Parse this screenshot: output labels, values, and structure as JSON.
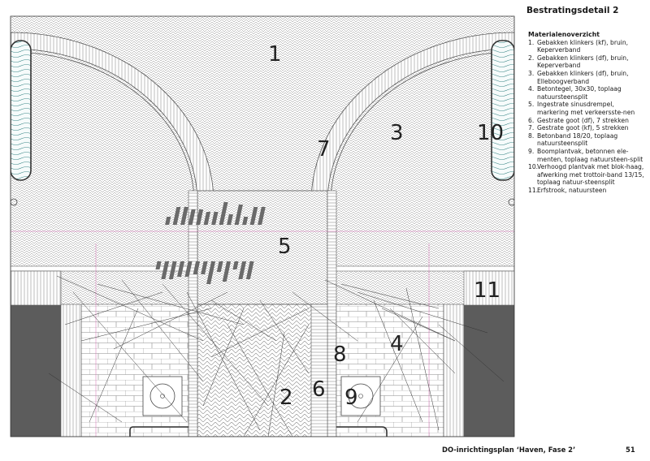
{
  "header": {
    "title": "Bestratingsdetail 2"
  },
  "legend": {
    "title": "Materialenoverzicht",
    "items": [
      {
        "num": "1.",
        "text": "Gebakken klinkers (kf), bruin, Keperverband"
      },
      {
        "num": "2.",
        "text": "Gebakken klinkers (df), bruin, Keperverband"
      },
      {
        "num": "3.",
        "text": "Gebakken klinkers (df), bruin, Elleboogverband"
      },
      {
        "num": "4.",
        "text": "Betontegel, 30x30, toplaag natuursteensplit"
      },
      {
        "num": "5.",
        "text": "Ingestrate sinusdrempel, markering met verkeersste-nen"
      },
      {
        "num": "6.",
        "text": "Gestrate goot (df), 7 strekken"
      },
      {
        "num": "7.",
        "text": "Gestrate goot (kf), 5 strekken"
      },
      {
        "num": "8.",
        "text": "Betonband 18/20, toplaag natuursteensplit"
      },
      {
        "num": "9.",
        "text": "Boomplantvak, betonnen ele-menten, toplaag natuursteen-split"
      },
      {
        "num": "10.",
        "text": "Verhoogd plantvak met blok-haag, afwerking met trottoir-band 13/15, toplaag natuur-steensplit"
      },
      {
        "num": "11.",
        "text": "Erfstrook, natuursteen"
      }
    ]
  },
  "drawing": {
    "labels": {
      "l1": "1",
      "l2": "2",
      "l3": "3",
      "l4": "4",
      "l5": "5",
      "l6": "6",
      "l7": "7",
      "l8": "8",
      "l9": "9",
      "l10": "10",
      "l11": "11"
    }
  },
  "footer": {
    "title": "DO-inrichtingsplan ‘Haven, Fase 2’",
    "page": "51"
  }
}
